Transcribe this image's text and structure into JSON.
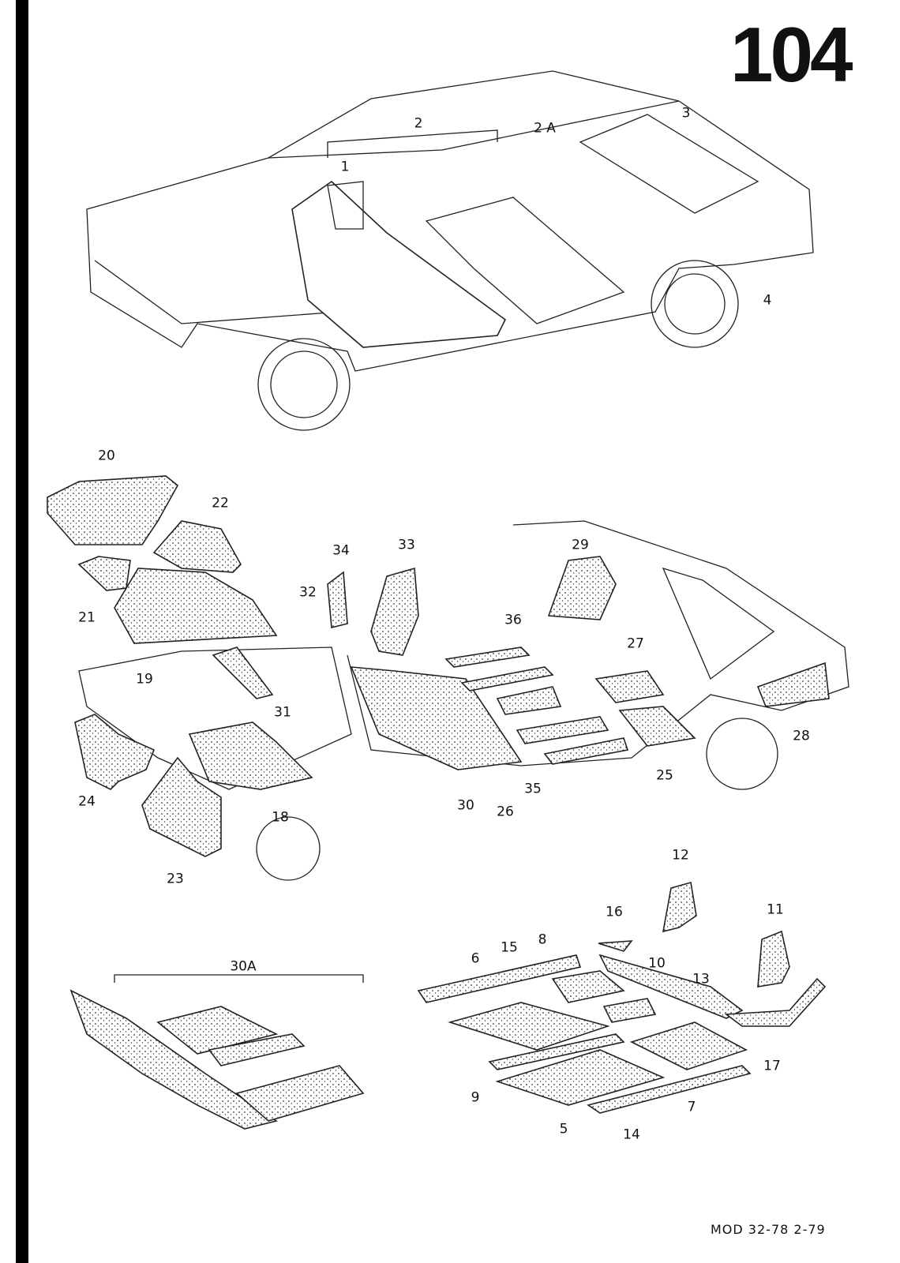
{
  "page_number": "104",
  "footer": "MOD 32-78  2-79",
  "callouts": {
    "top": [
      "1",
      "2",
      "2 A",
      "3",
      "4"
    ],
    "middle": [
      "20",
      "22",
      "21",
      "19",
      "34",
      "33",
      "32",
      "29",
      "36",
      "27",
      "31",
      "24",
      "18",
      "23",
      "30",
      "26",
      "35",
      "25",
      "28"
    ],
    "bottom": [
      "30A",
      "12",
      "16",
      "11",
      "15",
      "8",
      "6",
      "10",
      "13",
      "17",
      "9",
      "5",
      "7",
      "14"
    ]
  }
}
